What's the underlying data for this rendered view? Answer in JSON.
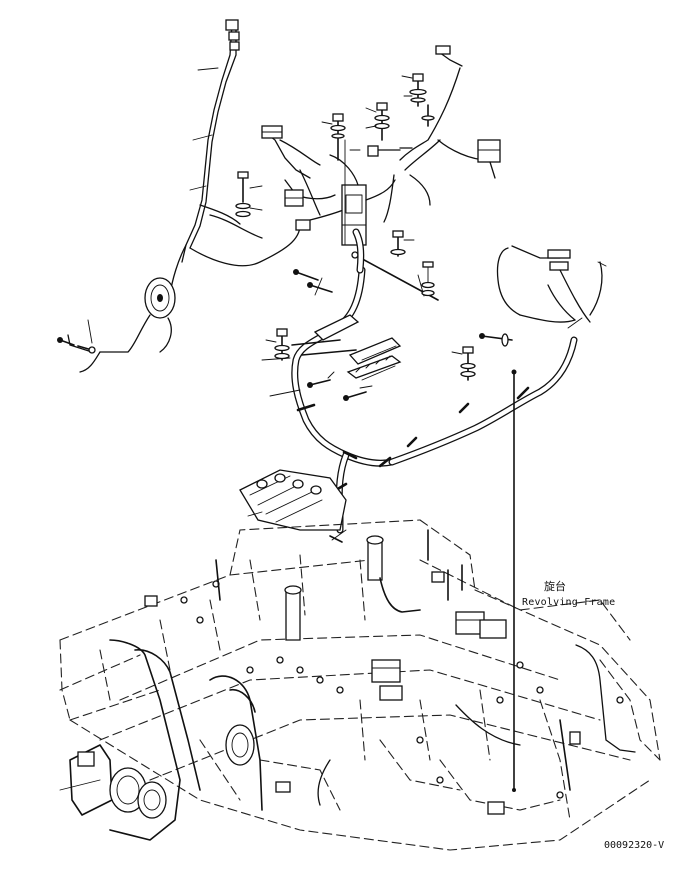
{
  "callout": {
    "label_jp": "旋台",
    "label_en": "Revolving Frame"
  },
  "figure_id": "00092320-V"
}
